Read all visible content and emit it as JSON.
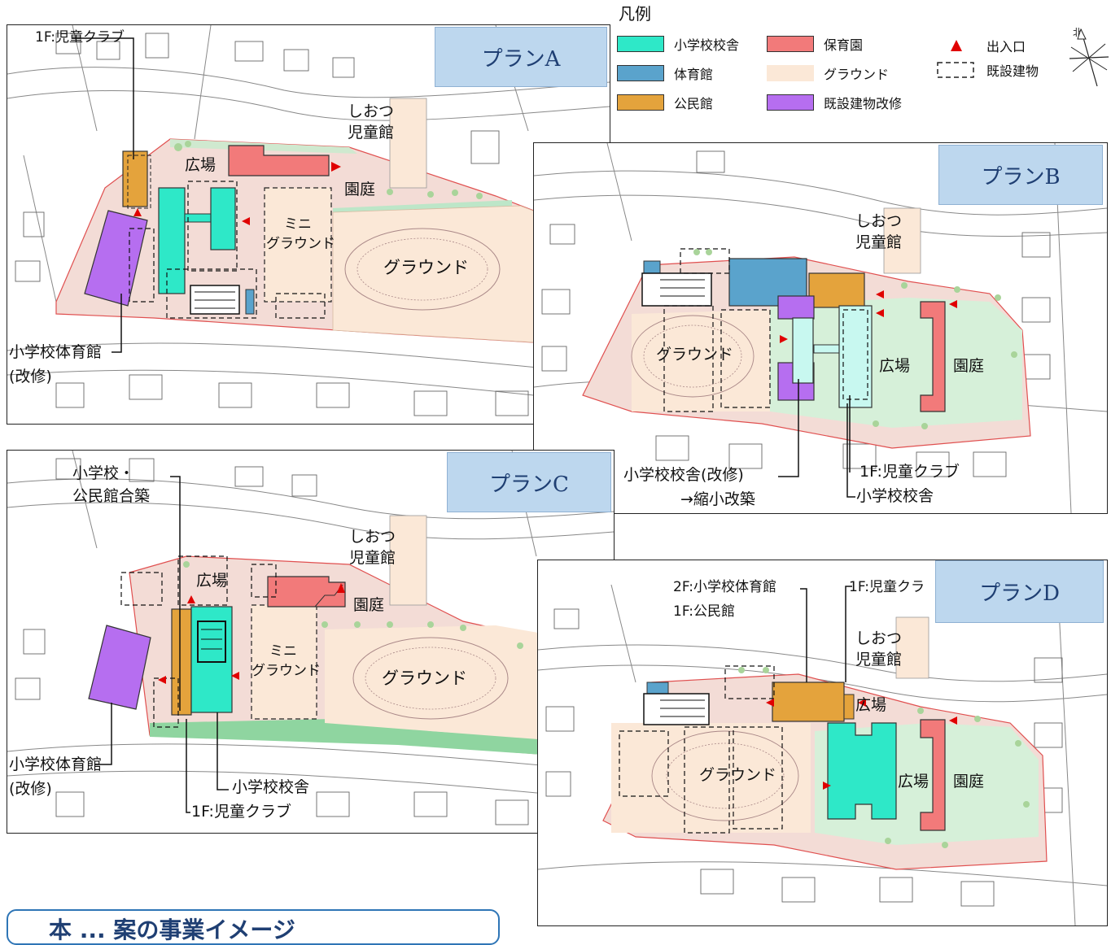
{
  "legend": {
    "title": "凡例",
    "items": [
      {
        "label": "小学校校舎",
        "color": "#2ee8c8"
      },
      {
        "label": "体育館",
        "color": "#5aa3cc"
      },
      {
        "label": "公民館",
        "color": "#e4a33c"
      },
      {
        "label": "保育園",
        "color": "#f27a7a"
      },
      {
        "label": "グラウンド",
        "color": "#fbe8d7"
      },
      {
        "label": "既設建物改修",
        "color": "#b66ef0"
      },
      {
        "label": "出入口",
        "color": "#e00000"
      },
      {
        "label": "既設建物",
        "color": "#000000"
      }
    ],
    "north_mark": "北"
  },
  "plans": {
    "a": {
      "title": "プランA",
      "labels": {
        "club": "1F:児童クラブ",
        "hiroba": "広場",
        "shiotsu1": "しおつ",
        "shiotsu2": "児童館",
        "teien": "園庭",
        "mini1": "ミニ",
        "mini2": "グラウンド",
        "ground": "グラウンド",
        "gym1": "小学校体育館",
        "gym2": "(改修)"
      }
    },
    "b": {
      "title": "プランB",
      "labels": {
        "shiotsu1": "しおつ",
        "shiotsu2": "児童館",
        "ground": "グラウンド",
        "hiroba": "広場",
        "teien": "園庭",
        "school_reno1": "小学校校舎(改修)",
        "school_reno2": "→縮小改築",
        "club": "1F:児童クラブ",
        "school": "小学校校舎"
      }
    },
    "c": {
      "title": "プランC",
      "labels": {
        "combined1": "小学校・",
        "combined2": "公民館合築",
        "shiotsu1": "しおつ",
        "shiotsu2": "児童館",
        "hiroba": "広場",
        "teien": "園庭",
        "mini1": "ミニ",
        "mini2": "グラウンド",
        "ground": "グラウンド",
        "gym1": "小学校体育館",
        "gym2": "(改修)",
        "school": "小学校校舎",
        "club": "1F:児童クラブ"
      }
    },
    "d": {
      "title": "プランD",
      "labels": {
        "gym2f": "2F:小学校体育館",
        "kominkan1f": "1F:公民館",
        "club": "1F:児童クラ",
        "shiotsu1": "しおつ",
        "shiotsu2": "児童館",
        "hiroba_small": "広場",
        "ground": "グラウンド",
        "hiroba": "広場",
        "teien": "園庭"
      }
    }
  },
  "bottom_banner": "本 ... 案の事業イメージ"
}
